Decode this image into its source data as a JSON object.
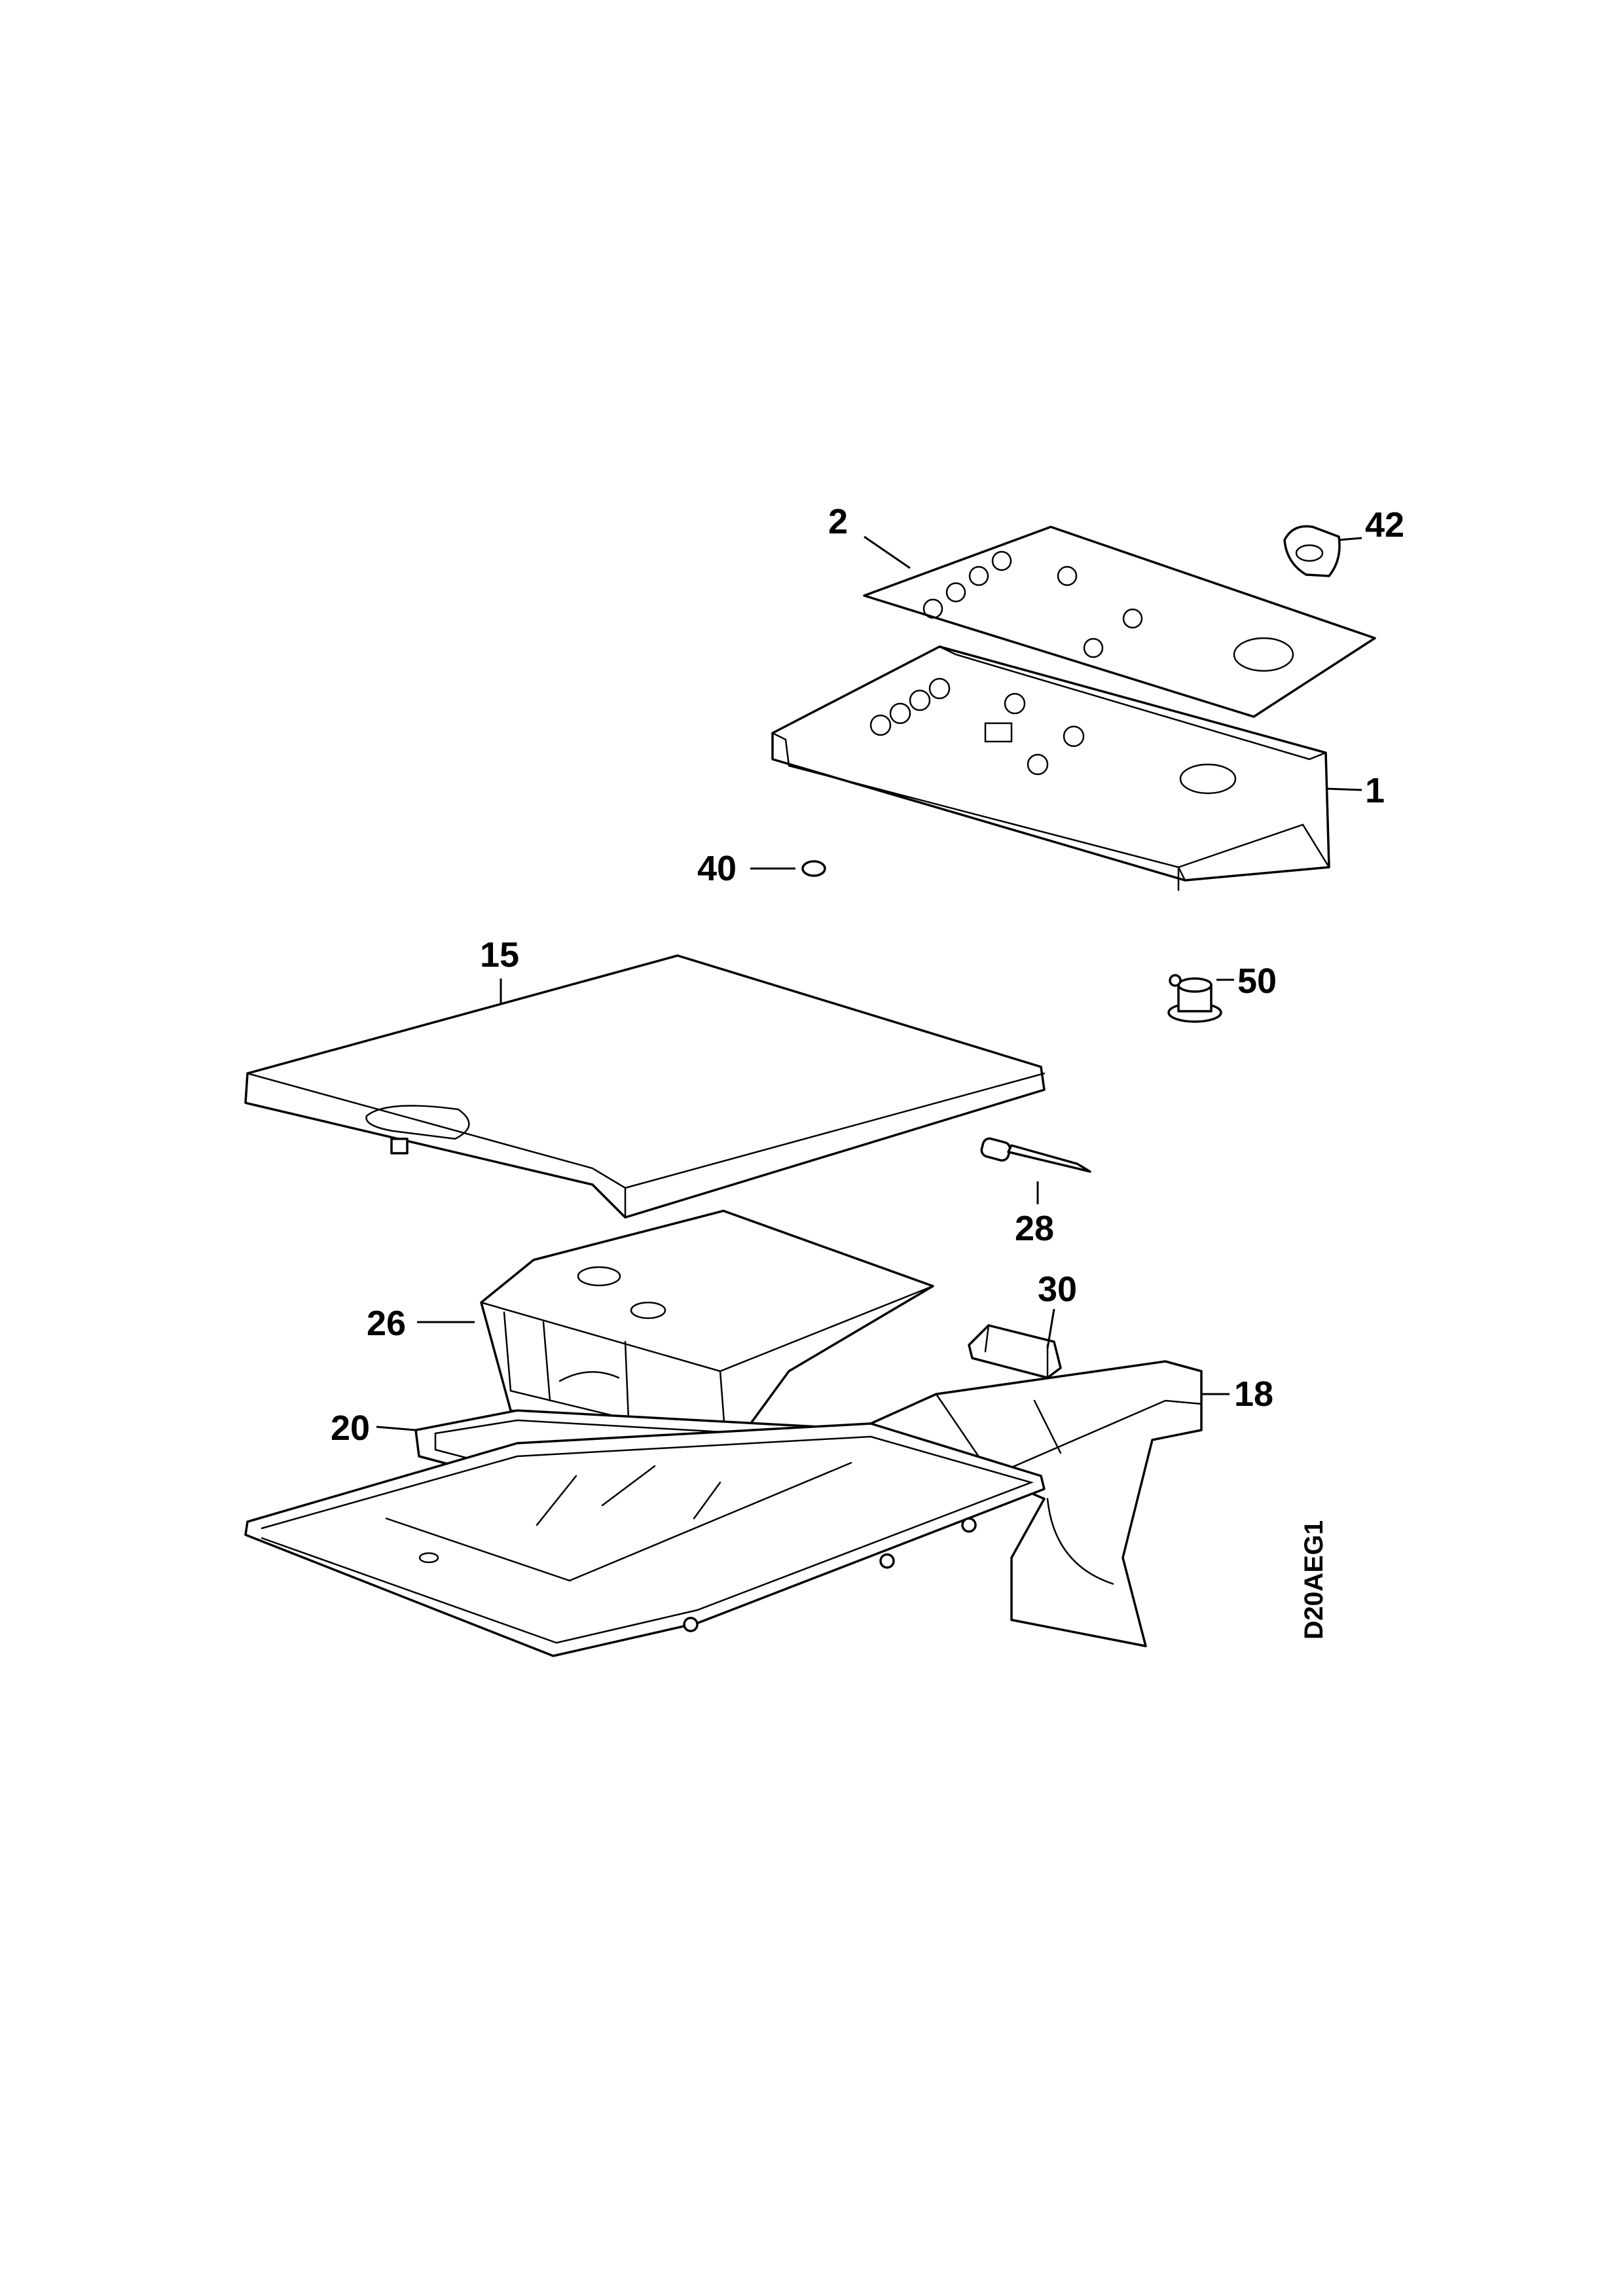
{
  "diagram": {
    "drawing_code": "D20AEG1",
    "callouts": {
      "c1": "1",
      "c2": "2",
      "c15": "15",
      "c18": "18",
      "c20": "20",
      "c26": "26",
      "c28": "28",
      "c30": "30",
      "c40": "40",
      "c42": "42",
      "c50": "50"
    }
  }
}
